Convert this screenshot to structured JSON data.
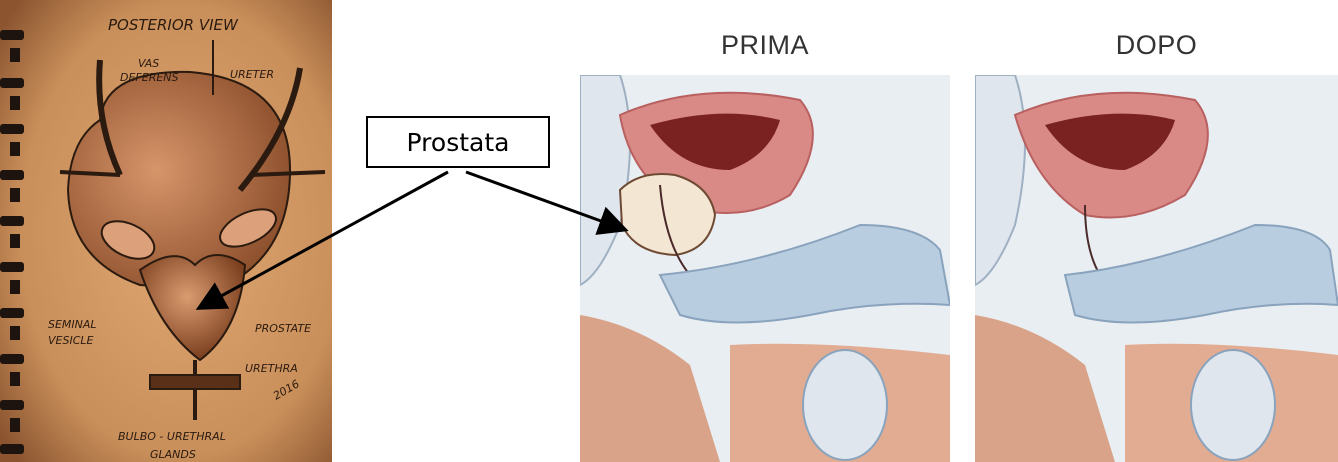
{
  "sketch": {
    "title": "POSTERIOR VIEW",
    "labels": {
      "vas_deferens_1": "VAS",
      "vas_deferens_2": "DEFERENS",
      "ureter": "URETER",
      "seminal_vesicle_1": "SEMINAL",
      "seminal_vesicle_2": "VESICLE",
      "prostate": "PROSTATE",
      "urethra": "URETHRA",
      "bulbo_1": "BULBO - URETHRAL",
      "bulbo_2": "GLANDS",
      "signature_year": "2016"
    }
  },
  "callout": {
    "label": "Prostata"
  },
  "comparison": {
    "before_title": "PRIMA",
    "after_title": "DOPO"
  },
  "colors": {
    "paper": "#c98f5a",
    "ink": "#2a1a0f",
    "bladder_red": "#c9504f",
    "tissue_pink": "#e8b3a6",
    "urethra_blue": "#b9cde0",
    "skin": "#d9a38a",
    "prostate_cream": "#f3e6d2"
  }
}
